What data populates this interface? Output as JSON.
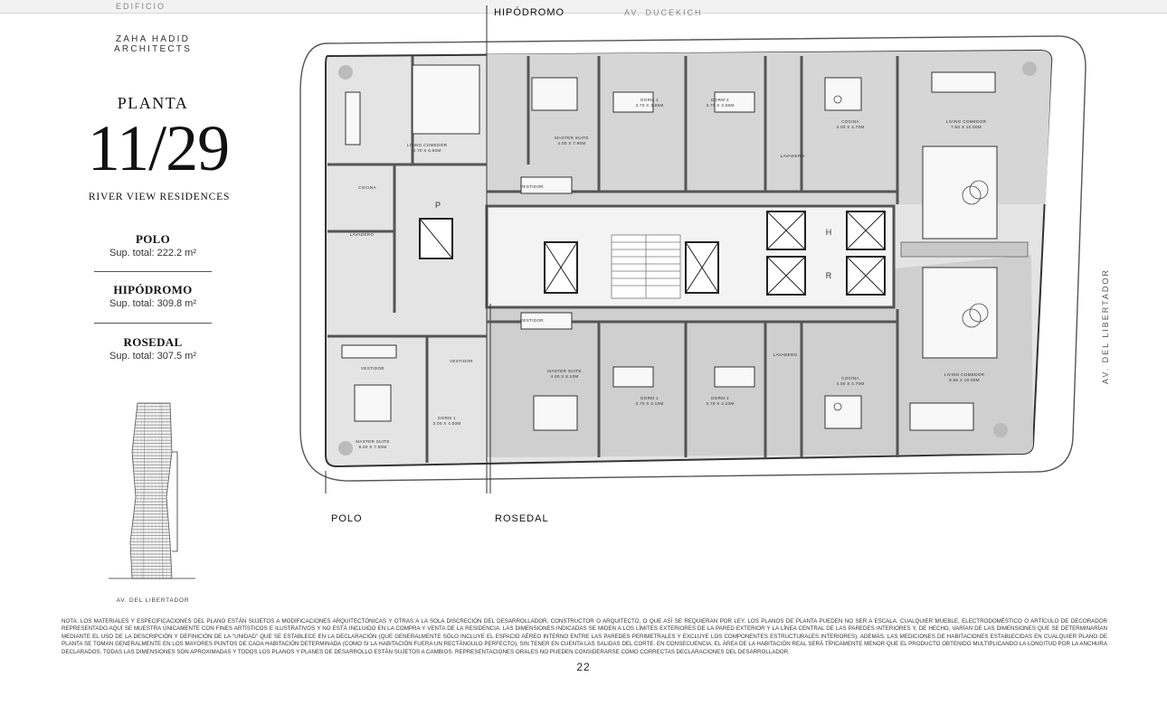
{
  "header_cut_text": "EDIFICIO",
  "architect": "ZAHA HADID ARCHITECTS",
  "planta": {
    "label": "PLANTA",
    "floors": "11/29"
  },
  "project": "RIVER VIEW RESIDENCES",
  "units": [
    {
      "name": "POLO",
      "area": "Sup. total: 222.2 m²"
    },
    {
      "name": "HIPÓDROMO",
      "area": "Sup. total: 309.8 m²"
    },
    {
      "name": "ROSEDAL",
      "area": "Sup. total: 307.5 m²"
    }
  ],
  "tower_caption": "AV. DEL LIBERTADOR",
  "plan_tags": {
    "hipodromo": "HIPÓDROMO",
    "polo": "POLO",
    "rosedal": "ROSEDAL"
  },
  "streets": {
    "top": "AV. DUCEKICH",
    "right": "AV. DEL LIBERTADOR"
  },
  "rooms": {
    "living_comedor_polo": [
      "LIVING COMEDOR",
      "8.70 X 6.60M"
    ],
    "master_hip": [
      "MASTER SUITE",
      "4.00 X 7.90M"
    ],
    "dorm1_hip": [
      "DORM 1",
      "3.70 X 3.65M"
    ],
    "dorm2_hip": [
      "DORM 2",
      "3.70 X 3.65M"
    ],
    "cocina_hip": [
      "COCINA",
      "4.00 X 4.70M"
    ],
    "living_hip": [
      "LIVING COMEDOR",
      "7.60 X 10.00M"
    ],
    "cocina_polo": "COCINA",
    "lavadero_polo": "LAVADERO",
    "vestidor_hip": "VESTIDOR",
    "lavadero_hip": "LAVADERO",
    "core_p": "P",
    "core_h": "H",
    "core_r": "R",
    "vestidor_ros": "VESTIDOR",
    "master_ros": [
      "MASTER SUITE",
      "4.00 X 8.10M"
    ],
    "dorm1_ros": [
      "DORM 1",
      "3.70 X 4.10M"
    ],
    "dorm2_ros": [
      "DORM 2",
      "3.70 X 4.10M"
    ],
    "lavadero_ros": "LAVADERO",
    "cocina_ros": [
      "COCINA",
      "4.00 X 4.70M"
    ],
    "living_ros": [
      "LIVING COMEDOR",
      "9.85 X 10.00M"
    ],
    "vestidor_polo": "VESTIDOR",
    "vestidor_polo2": "VESTIDOR",
    "dorm1_polo": [
      "DORM 1",
      "3.00 X 4.00M"
    ],
    "master_polo": [
      "MASTER SUITE",
      "9.00 X 7.50M"
    ]
  },
  "nota": "NOTA: LOS MATERIALES Y ESPECIFICACIONES DEL PLANO ESTÁN SUJETOS A MODIFICACIONES ARQUITECTÓNICAS Y OTRAS A LA SOLA DISCRECIÓN DEL DESARROLLADOR, CONSTRUCTOR O ARQUITECTO, O QUE ASÍ SE REQUIERAN POR LEY. LOS PLANOS DE PLANTA PUEDEN NO SER A ESCALA. CUALQUIER MUEBLE, ELECTRODOMÉSTICO O ARTÍCULO DE DECORADOR REPRESENTADO AQUÍ SE MUESTRA ÚNICAMENTE CON FINES ARTÍSTICOS E ILUSTRATIVOS Y NO ESTÁ INCLUIDO EN LA COMPRA Y VENTA DE LA RESIDENCIA. LAS DIMENSIONES INDICADAS SE MIDEN A LOS LÍMITES EXTERIORES DE LA PARED EXTERIOR Y LA LÍNEA CENTRAL DE LAS PAREDES INTERIORES Y, DE HECHO, VARÍAN DE LAS DIMENSIONES QUE SE DETERMINARÍAN MEDIANTE EL USO DE LA DESCRIPCIÓN Y DEFINICIÓN DE LA \"UNIDAD\" QUE SE ESTABLECE EN LA DECLARACIÓN (QUE GENERALMENTE SÓLO INCLUYE EL ESPACIO AÉREO INTERNO ENTRE LAS PAREDES PERIMETRALES Y EXCLUYE LOS COMPONENTES ESTRUCTURALES INTERIORES). ADEMÁS, LAS MEDICIONES DE HABITACIONES ESTABLECIDAS EN CUALQUIER PLANO DE PLANTA SE TOMAN GENERALMENTE EN LOS MAYORES PUNTOS DE CADA HABITACIÓN DETERMINADA (COMO SI LA HABITACIÓN FUERA UN RECTÁNGULO PERFECTO), SIN TENER EN CUENTA LAS SALIDAS DEL CORTE. EN CONSECUENCIA, EL ÁREA DE LA HABITACIÓN REAL SERÁ TÍPICAMENTE MENOR QUE EL PRODUCTO OBTENIDO MULTIPLICANDO LA LONGITUD POR LA ANCHURA DECLARADOS. TODAS LAS DIMENSIONES SON APROXIMADAS Y TODOS LOS PLANOS Y PLANES DE DESARROLLO ESTÁN SUJETOS A CAMBIOS. REPRESENTACIONES ORALES NO PUEDEN CONSIDERARSE COMO CORRECTAS DECLARACIONES DEL DESARROLLADOR.",
  "page_number": "22"
}
